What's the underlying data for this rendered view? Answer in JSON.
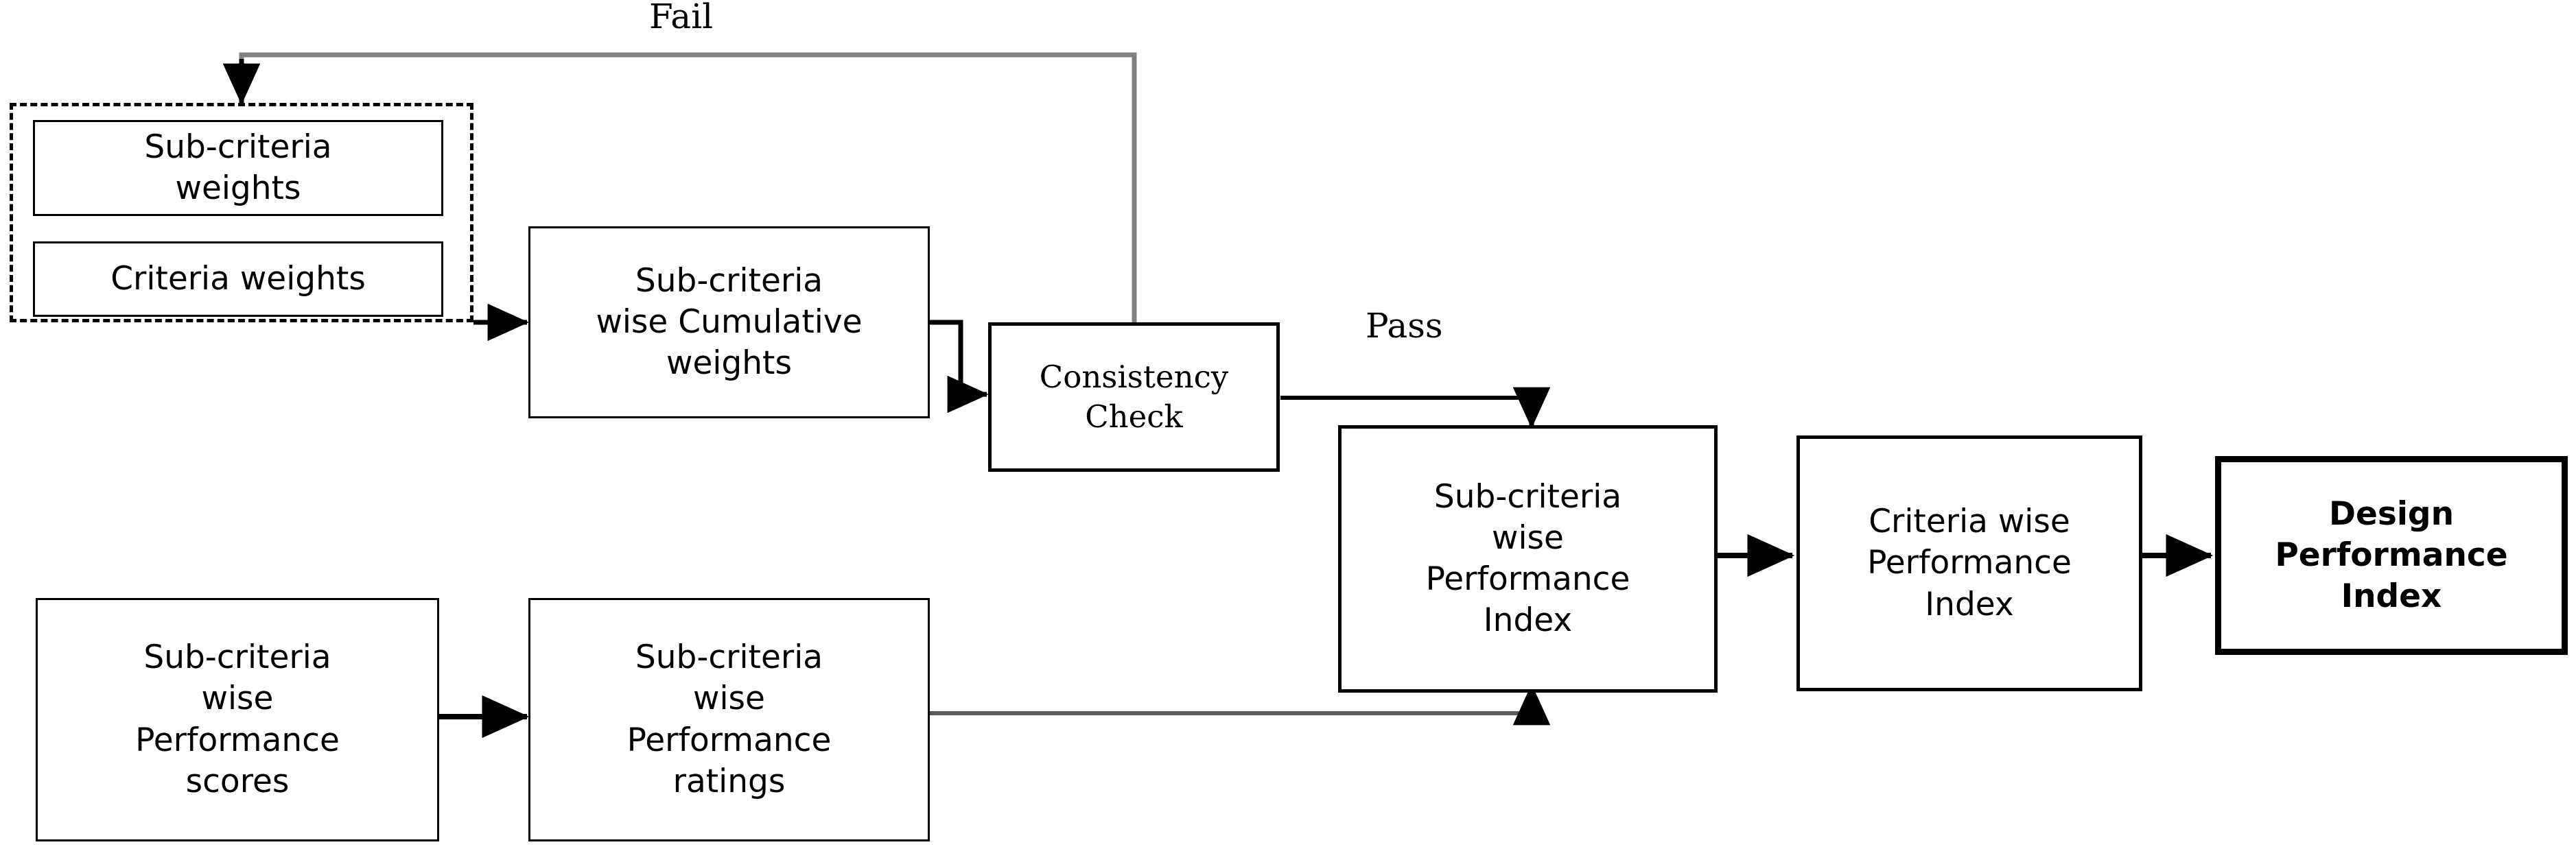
{
  "diagram": {
    "title": "Design Performance Index computation flowchart",
    "colors": {
      "stroke": "#000000",
      "connector": "#595959",
      "background": "#ffffff"
    },
    "nodes": {
      "sub_criteria_weights": {
        "label": "Sub-criteria\nweights"
      },
      "criteria_weights": {
        "label": "Criteria weights"
      },
      "cumulative_weights": {
        "label": "Sub-criteria\nwise Cumulative\nweights"
      },
      "consistency_check": {
        "label": "Consistency\nCheck"
      },
      "sub_criteria_pi": {
        "label": "Sub-criteria\nwise\nPerformance\nIndex"
      },
      "criteria_pi": {
        "label": "Criteria wise\nPerformance\nIndex"
      },
      "design_pi": {
        "label": "Design\nPerformance\nIndex"
      },
      "performance_scores": {
        "label": "Sub-criteria\nwise\nPerformance\nscores"
      },
      "performance_ratings": {
        "label": "Sub-criteria\nwise\nPerformance\nratings"
      }
    },
    "edge_labels": {
      "fail": "Fail",
      "pass": "Pass"
    }
  }
}
